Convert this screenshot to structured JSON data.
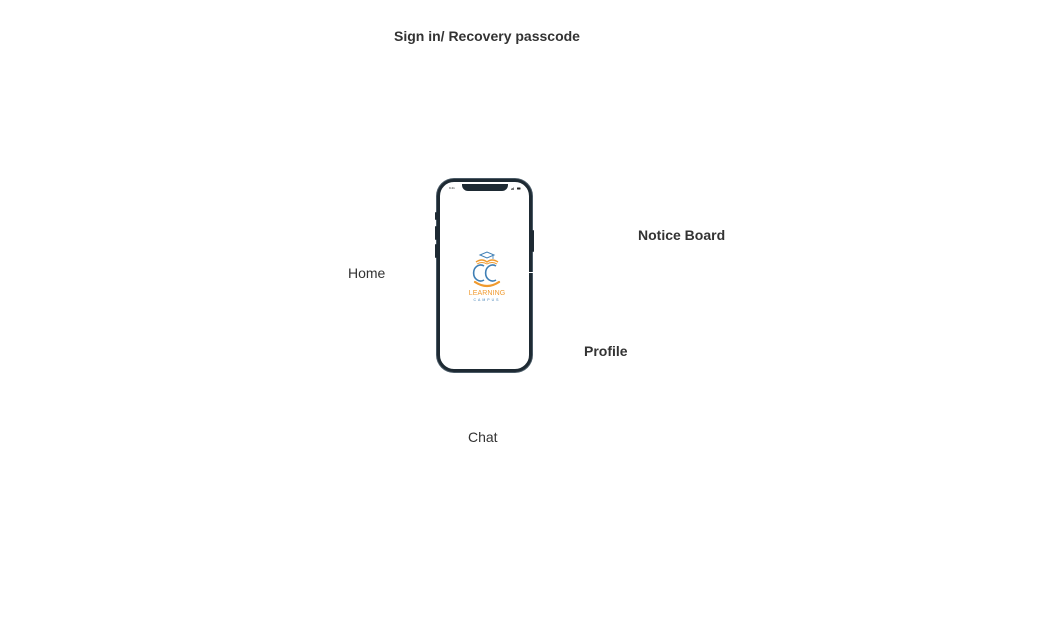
{
  "labels": {
    "signin": "Sign in/ Recovery passcode",
    "notice_board": "Notice Board",
    "home": "Home",
    "profile": "Profile",
    "chat": "Chat"
  },
  "phone": {
    "status_time": "9:41",
    "logo": {
      "learning": "LEARNING",
      "campus": "CAMPUS"
    }
  },
  "colors": {
    "background": "#ffffff",
    "text": "#333333",
    "phone_frame": "#1e2a33",
    "logo_orange": "#f09a2e",
    "logo_blue": "#3f7fb5"
  }
}
